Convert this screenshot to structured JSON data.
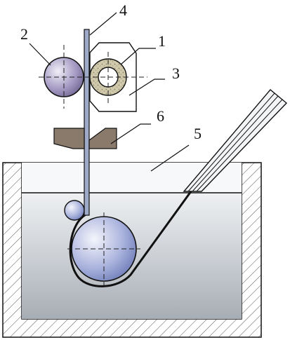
{
  "diagram": {
    "labels": {
      "roller_die": "1",
      "pressure_roller": "2",
      "die_holder": "3",
      "wire": "4",
      "bath": "5",
      "wipers": "6"
    },
    "colors": {
      "outline": "#111111",
      "liquid_light": "#e9ecef",
      "liquid_dark": "#a7adb4",
      "roller_blue_dark": "#6c7bb7",
      "roller_blue_light": "#f4f5fb",
      "roller_purple_dark": "#6f6592",
      "abrasive_ring": "#c9c2a3",
      "wiper_brown": "#8a7a6c",
      "wall_hatch": "#555555"
    }
  }
}
